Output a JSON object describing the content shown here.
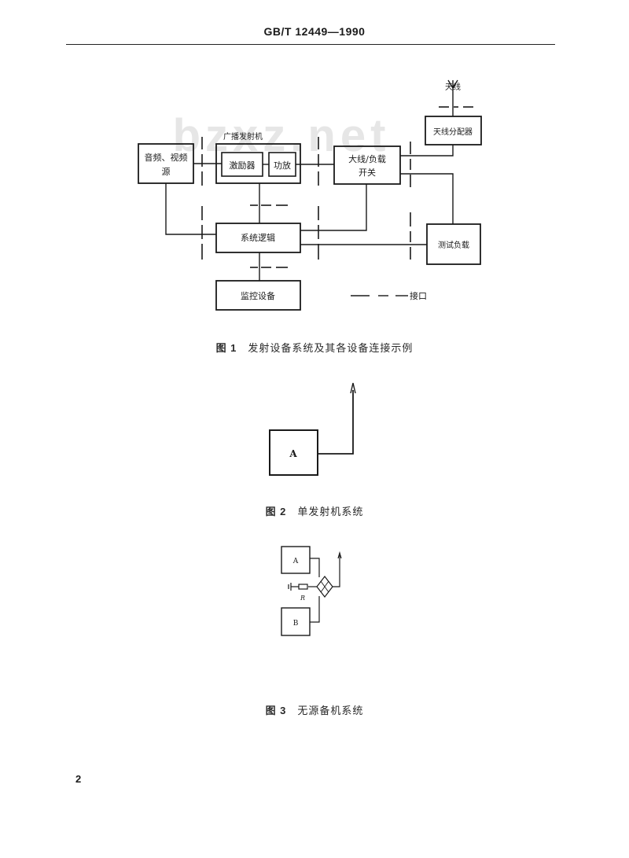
{
  "header": {
    "standard_no": "GB/T 12449—1990"
  },
  "watermark": "bzxz.net",
  "figure1": {
    "caption_label": "图 1",
    "caption_text": "发射设备系统及其各设备连接示例",
    "boxes": {
      "source": [
        "音频、视频",
        "源"
      ],
      "transmitter_title": "广播发射机",
      "exciter": "激励器",
      "power_amp": "功放",
      "switch": [
        "大线/负载",
        "开关"
      ],
      "splitter": "天线分配器",
      "antenna": "天线",
      "logic": "系统逻辑",
      "test_load": "测试负载",
      "monitor": "监控设备"
    },
    "legend": "接口"
  },
  "figure2": {
    "caption_label": "图 2",
    "caption_text": "单发射机系统",
    "box": "A"
  },
  "figure3": {
    "caption_label": "图 3",
    "caption_text": "无源备机系统",
    "box_a": "A",
    "box_b": "B",
    "resistor": "R"
  },
  "page_number": "2"
}
